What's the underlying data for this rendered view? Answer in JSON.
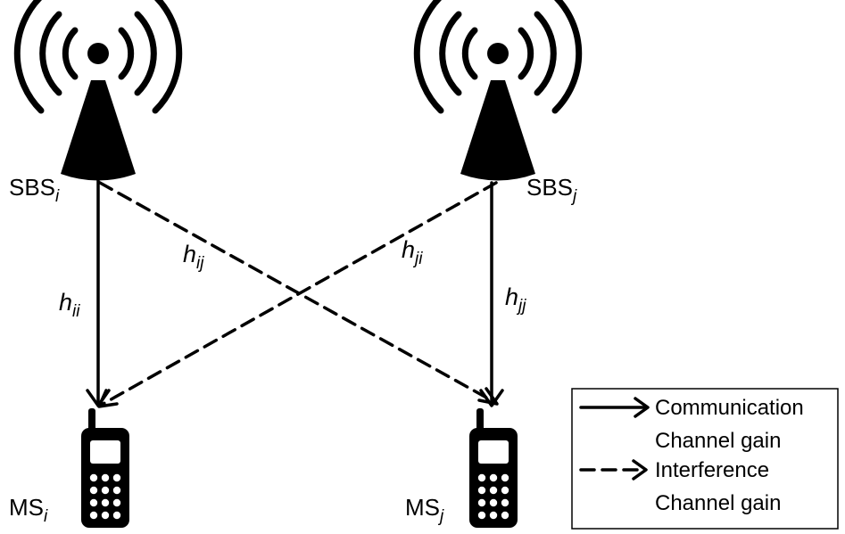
{
  "nodes": {
    "sbs_i": {
      "base": "SBS",
      "sub": "i"
    },
    "sbs_j": {
      "base": "SBS",
      "sub": "j"
    },
    "ms_i": {
      "base": "MS",
      "sub": "i"
    },
    "ms_j": {
      "base": "MS",
      "sub": "j"
    }
  },
  "gains": {
    "h_ii": {
      "base": "h",
      "sub": "ii"
    },
    "h_ij": {
      "base": "h",
      "sub": "ij"
    },
    "h_ji": {
      "base": "h",
      "sub": "ji"
    },
    "h_jj": {
      "base": "h",
      "sub": "jj"
    }
  },
  "legend": {
    "communication_line1": "Communication",
    "communication_line2": "Channel gain",
    "interference_line1": "Interference",
    "interference_line2": "Channel gain"
  },
  "colors": {
    "ink": "#000000",
    "background": "#ffffff"
  },
  "icons": [
    "antenna-tower-icon",
    "mobile-phone-icon"
  ]
}
